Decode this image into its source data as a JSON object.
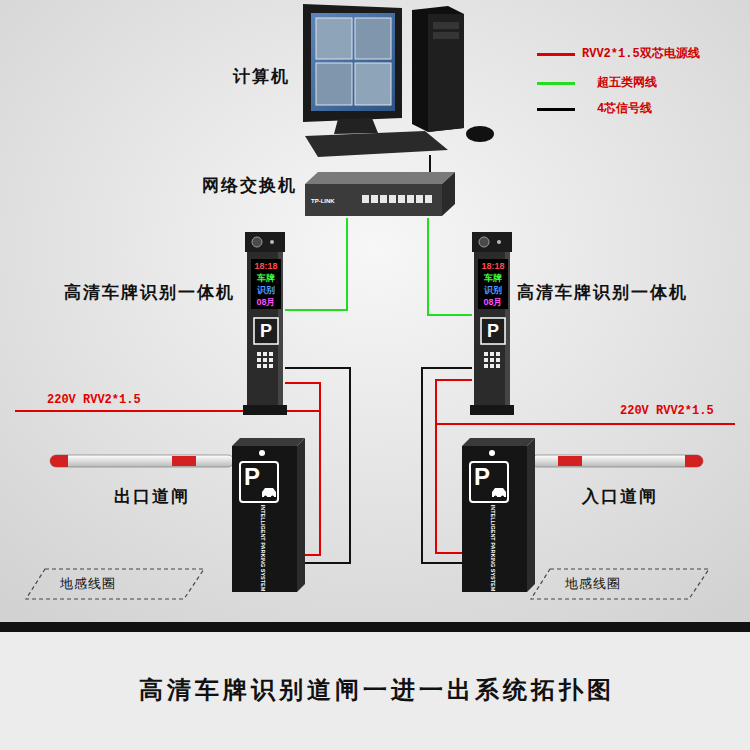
{
  "diagram": {
    "caption": "高清车牌识别道闸一进一出系统拓扑图",
    "nodes": [
      {
        "text": [
          "计算机"
        ]
      },
      {
        "text": [
          "网络交换机"
        ]
      },
      {
        "text": [
          "高清车牌识别一体机"
        ]
      },
      {
        "text": [
          "高清车牌识别一体机"
        ]
      },
      {
        "text": [
          "出口道闸"
        ]
      },
      {
        "text": [
          "入口道闸"
        ]
      },
      {
        "text": [
          "地感线圈"
        ]
      },
      {
        "text": [
          "地感线圈"
        ]
      }
    ],
    "edges": [
      {
        "from": 0,
        "to": 1,
        "arrow": "none"
      },
      {
        "from": 1,
        "to": 2,
        "arrow": "none"
      },
      {
        "from": 1,
        "to": 3,
        "arrow": "none"
      },
      {
        "from": 2,
        "to": 4,
        "arrow": "none"
      },
      {
        "from": 2,
        "to": 4,
        "arrow": "none"
      },
      {
        "from": 3,
        "to": 5,
        "arrow": "none"
      },
      {
        "from": 3,
        "to": 5,
        "arrow": "none"
      }
    ],
    "labels": [
      "TP-LINK",
      "18:18",
      "车牌",
      "识别",
      "08月",
      "P",
      "18:18",
      "车牌",
      "识别",
      "08月",
      "P",
      "220V RVV2*1.5",
      "220V RVV2*1.5",
      "P",
      "INTELLIGENT PARKING SYSTEM",
      "P",
      "INTELLIGENT PARKING SYSTEM"
    ],
    "legend": [
      {
        "text": "RVV2*1.5双芯电源线",
        "color": "#e00000"
      },
      {
        "text": "超五类网线",
        "color": "#22dd22"
      },
      {
        "text": "4芯信号线",
        "color": "#000000"
      }
    ]
  }
}
